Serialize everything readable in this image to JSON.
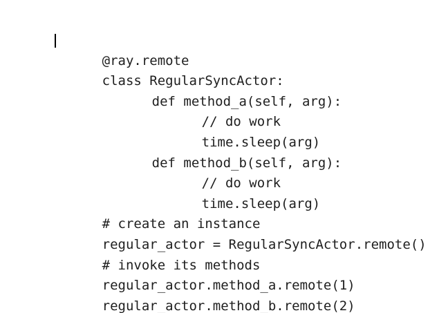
{
  "code": {
    "lines": [
      "@ray.remote",
      "class RegularSyncActor:",
      "def method_a(self, arg):",
      "// do work",
      "time.sleep(arg)",
      "def method_b(self, arg):",
      "// do work",
      "time.sleep(arg)",
      "# create an instance",
      "regular_actor = RegularSyncActor.remote()",
      "# invoke its methods",
      "regular_actor.method_a.remote(1)",
      "regular_actor.method_b.remote(2)"
    ]
  }
}
